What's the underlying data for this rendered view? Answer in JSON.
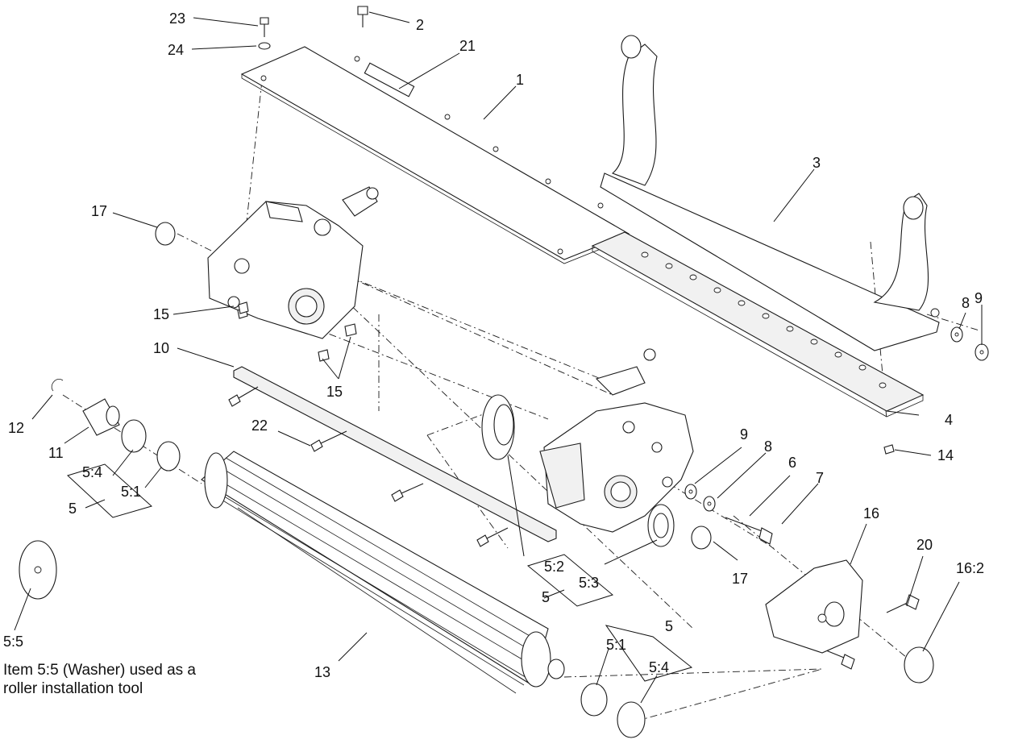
{
  "callouts": [
    {
      "id": "c23",
      "text": "23"
    },
    {
      "id": "c2",
      "text": "2"
    },
    {
      "id": "c24",
      "text": "24"
    },
    {
      "id": "c21",
      "text": "21"
    },
    {
      "id": "c1",
      "text": "1"
    },
    {
      "id": "c3",
      "text": "3"
    },
    {
      "id": "c17a",
      "text": "17"
    },
    {
      "id": "c15a",
      "text": "15"
    },
    {
      "id": "c10",
      "text": "10"
    },
    {
      "id": "c15b",
      "text": "15"
    },
    {
      "id": "c12",
      "text": "12"
    },
    {
      "id": "c11",
      "text": "11"
    },
    {
      "id": "c54a",
      "text": "5:4"
    },
    {
      "id": "c51a",
      "text": "5:1"
    },
    {
      "id": "c5a",
      "text": "5"
    },
    {
      "id": "c22",
      "text": "22"
    },
    {
      "id": "c8a",
      "text": "8"
    },
    {
      "id": "c9a",
      "text": "9"
    },
    {
      "id": "c4",
      "text": "4"
    },
    {
      "id": "c14",
      "text": "14"
    },
    {
      "id": "c9b",
      "text": "9"
    },
    {
      "id": "c8b",
      "text": "8"
    },
    {
      "id": "c6",
      "text": "6"
    },
    {
      "id": "c7",
      "text": "7"
    },
    {
      "id": "c16",
      "text": "16"
    },
    {
      "id": "c20",
      "text": "20"
    },
    {
      "id": "c162",
      "text": "16:2"
    },
    {
      "id": "c52",
      "text": "5:2"
    },
    {
      "id": "c53",
      "text": "5:3"
    },
    {
      "id": "c5b",
      "text": "5"
    },
    {
      "id": "c17b",
      "text": "17"
    },
    {
      "id": "c55",
      "text": "5:5"
    },
    {
      "id": "c13",
      "text": "13"
    },
    {
      "id": "c5c",
      "text": "5"
    },
    {
      "id": "c51b",
      "text": "5:1"
    },
    {
      "id": "c54b",
      "text": "5:4"
    }
  ],
  "note": {
    "line1": "Item 5:5 (Washer) used as a",
    "line2": "roller installation tool"
  }
}
